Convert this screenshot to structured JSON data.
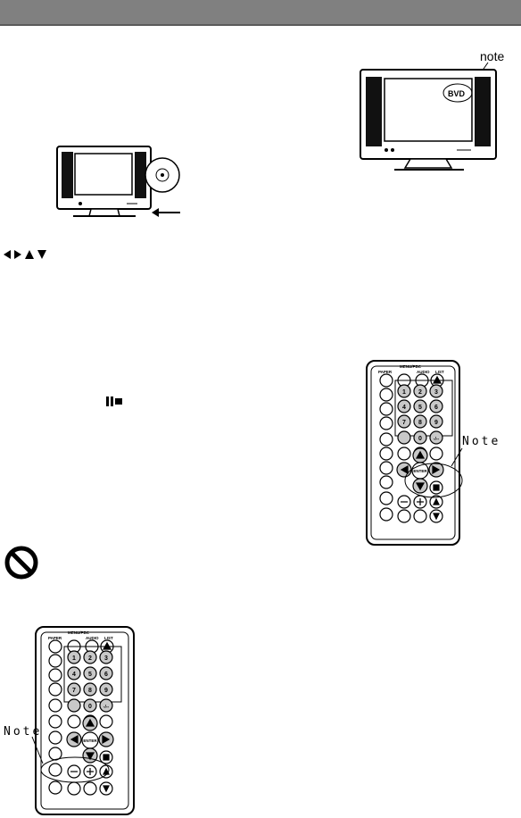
{
  "page": {
    "header_color": "#808080"
  },
  "tv_dvd_figure": {
    "screen_text": "BVD",
    "note_label": "note"
  },
  "remote_right": {
    "note_label": "Note",
    "top_labels": [
      "PAPER",
      "MENU/PBC",
      "AUDIO",
      "LIST"
    ],
    "keypad": [
      "1",
      "2",
      "3",
      "4",
      "5",
      "6",
      "7",
      "8",
      "9",
      "0",
      "-/--"
    ],
    "enter_label": "ENTER"
  },
  "remote_left": {
    "note_label": "Note",
    "top_labels": [
      "PAPER",
      "MENU/PBC",
      "AUDIO",
      "LIST"
    ],
    "keypad": [
      "1",
      "2",
      "3",
      "4",
      "5",
      "6",
      "7",
      "8",
      "9",
      "0",
      "-/--"
    ],
    "enter_label": "ENTER"
  },
  "icons": {
    "arrow_keys": [
      "left-arrow-icon",
      "right-arrow-icon",
      "up-arrow-icon",
      "down-arrow-icon"
    ],
    "pause": "pause-step-icon",
    "prohibit": "prohibited-icon"
  }
}
